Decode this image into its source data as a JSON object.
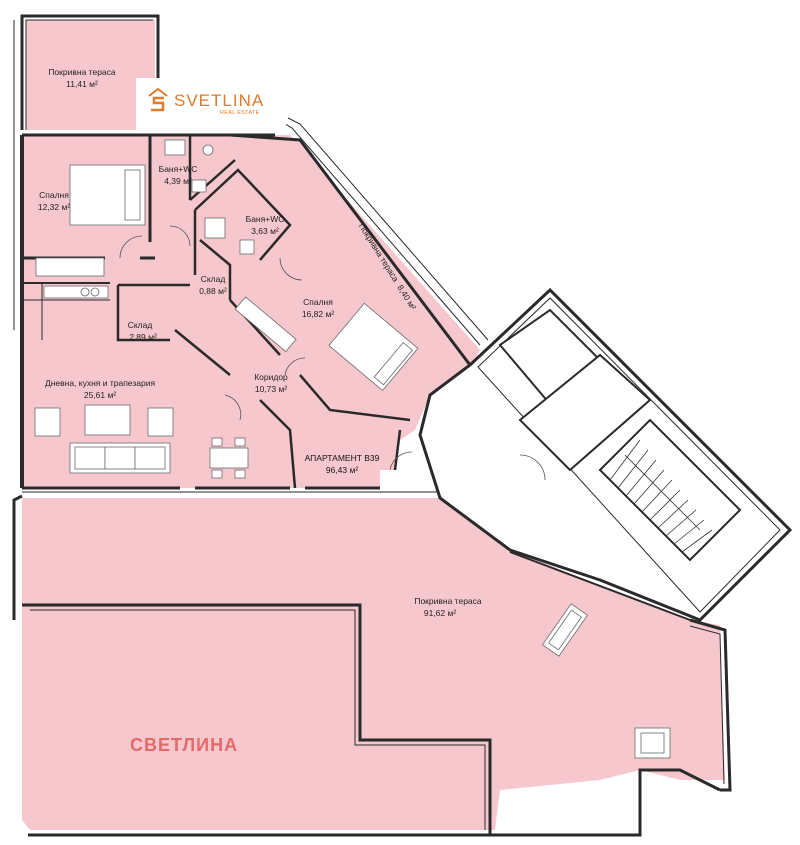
{
  "brand": {
    "name": "SVETLINA",
    "tagline": "REAL ESTATE",
    "watermark": "СВЕТЛИНА",
    "accent_color": "#e07a2c",
    "watermark_color": "#e36a6a"
  },
  "colors": {
    "room_fill": "#f6c8cd",
    "wall": "#2a2a2a",
    "background": "#ffffff"
  },
  "apartment": {
    "name": "АПАРТАМЕНТ В39",
    "area": "96,43 м²"
  },
  "rooms": {
    "roof_terrace_small": {
      "name": "Покривна тераса",
      "area": "11,41 м²"
    },
    "bedroom_1": {
      "name": "Спалня",
      "area": "12,32 м²"
    },
    "bathroom_1": {
      "name": "Баня+WC",
      "area": "4,39 м²"
    },
    "bathroom_2": {
      "name": "Баня+WC",
      "area": "3,63 м²"
    },
    "storage_1": {
      "name": "Склад",
      "area": "0,88 м²"
    },
    "storage_2": {
      "name": "Склад",
      "area": "2,89 м²"
    },
    "bedroom_2": {
      "name": "Спалня",
      "area": "16,82 м²"
    },
    "corridor": {
      "name": "Коридор",
      "area": "10,73 м²"
    },
    "living": {
      "name": "Дневна, кухня и трапезария",
      "area": "25,61 м²"
    },
    "roof_terrace_diagonal": {
      "name": "Покривна тераса",
      "area": "8,40 м²"
    },
    "roof_terrace_large": {
      "name": "Покривна тераса",
      "area": "91,62 м²"
    }
  }
}
